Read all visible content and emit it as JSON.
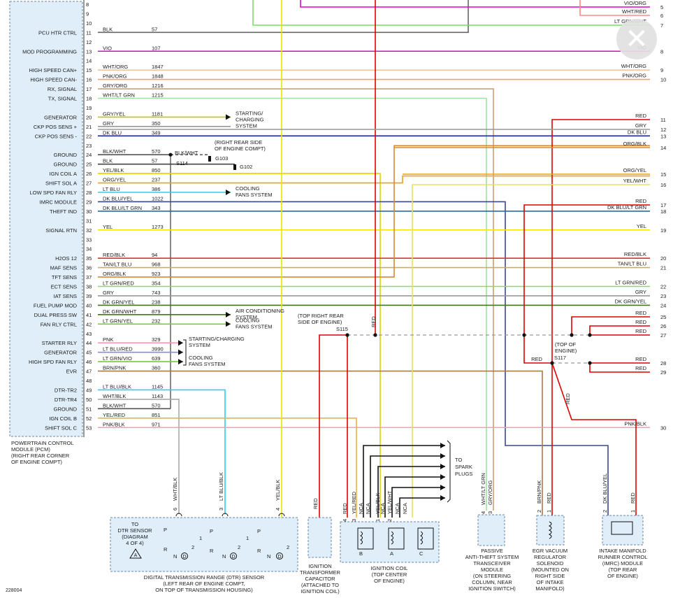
{
  "diagram_id": "228004",
  "pcm": {
    "title_lines": [
      "POWERTRAIN CONTROL",
      "MODULE (PCM)",
      "(RIGHT REAR CORNER",
      "OF ENGINE COMPT)"
    ],
    "pins": [
      {
        "n": "8",
        "label": "",
        "wire": "",
        "circuit": "",
        "color": ""
      },
      {
        "n": "9",
        "label": "",
        "wire": "",
        "circuit": "",
        "color": ""
      },
      {
        "n": "10",
        "label": "",
        "wire": "",
        "circuit": "",
        "color": ""
      },
      {
        "n": "11",
        "label": "PCU HTR CTRL",
        "wire": "BLK",
        "circuit": "57",
        "color": "#666666",
        "ext": "gray"
      },
      {
        "n": "12",
        "label": "",
        "wire": "",
        "circuit": "",
        "color": ""
      },
      {
        "n": "13",
        "label": "MOD PROGRAMMING",
        "wire": "VIO",
        "circuit": "107",
        "color": "#dd00dd",
        "ext": "right",
        "rlabel": "VIO",
        "rnum": "8"
      },
      {
        "n": "14",
        "label": "",
        "wire": "",
        "circuit": "",
        "color": ""
      },
      {
        "n": "15",
        "label": "HIGH SPEED CAN+",
        "wire": "WHT/ORG",
        "circuit": "1847",
        "color": "#f4c49a",
        "ext": "right",
        "rlabel": "WHT/ORG",
        "rnum": "9"
      },
      {
        "n": "16",
        "label": "HIGH SPEED CAN-",
        "wire": "PNK/ORG",
        "circuit": "1848",
        "color": "#f2a07a",
        "ext": "right",
        "rlabel": "PNK/ORG",
        "rnum": "10"
      },
      {
        "n": "17",
        "label": "RX, SIGNAL",
        "wire": "GRY/ORG",
        "circuit": "1216",
        "color": "#c8a070",
        "ext": "ptx3"
      },
      {
        "n": "18",
        "label": "TX, SIGNAL",
        "wire": "WHT/LT GRN",
        "circuit": "1215",
        "color": "#9ee29e",
        "ext": "ptx4"
      },
      {
        "n": "19",
        "label": "",
        "wire": "",
        "circuit": "",
        "color": ""
      },
      {
        "n": "20",
        "label": "GENERATOR",
        "wire": "GRY/YEL",
        "circuit": "1181",
        "color": "#c8c200",
        "ext": "arrow",
        "note": [
          "STARTING/",
          "CHARGING",
          "SYSTEM"
        ]
      },
      {
        "n": "21",
        "label": "CKP POS SENS +",
        "wire": "GRY",
        "circuit": "350",
        "color": "#999999",
        "ext": "short"
      },
      {
        "n": "22",
        "label": "CKP POS SENS -",
        "wire": "DK BLU",
        "circuit": "349",
        "color": "#1b2a99",
        "ext": "right",
        "rlabel": "DK BLU",
        "rnum": "13"
      },
      {
        "n": "23",
        "label": "",
        "wire": "",
        "circuit": "",
        "color": ""
      },
      {
        "n": "24",
        "label": "GROUND",
        "wire": "BLK/WHT",
        "circuit": "570",
        "color": "#555555",
        "ext": "g103"
      },
      {
        "n": "25",
        "label": "GROUND",
        "wire": "BLK",
        "circuit": "57",
        "color": "#444444",
        "ext": "g102"
      },
      {
        "n": "26",
        "label": "IGN COIL A",
        "wire": "YEL/BLK",
        "circuit": "850",
        "color": "#e3d000",
        "ext": "coil"
      },
      {
        "n": "27",
        "label": "SHIFT SOL A",
        "wire": "ORG/YEL",
        "circuit": "237",
        "color": "#f0a010",
        "ext": "right15"
      },
      {
        "n": "28",
        "label": "LOW SPD FAN RLY",
        "wire": "LT BLU",
        "circuit": "386",
        "color": "#33ccee",
        "ext": "arrow",
        "note": [
          "COOLING",
          "FANS SYSTEM"
        ]
      },
      {
        "n": "29",
        "label": "IMRC MODULE",
        "wire": "DK BLU/YEL",
        "circuit": "1022",
        "color": "#3a4a80",
        "ext": "imrc"
      },
      {
        "n": "30",
        "label": "THEFT IND",
        "wire": "DK BLU/LT GRN",
        "circuit": "343",
        "color": "#2c6aa0",
        "ext": "right",
        "rlabel": "DK BLU/LT GRN",
        "rnum": "18"
      },
      {
        "n": "31",
        "label": "",
        "wire": "",
        "circuit": "",
        "color": ""
      },
      {
        "n": "32",
        "label": "SIGNAL RTN",
        "wire": "YEL",
        "circuit": "1273",
        "color": "#f0ea00",
        "ext": "right",
        "rlabel": "YEL",
        "rnum": "19"
      },
      {
        "n": "33",
        "label": "",
        "wire": "",
        "circuit": "",
        "color": ""
      },
      {
        "n": "34",
        "label": "",
        "wire": "",
        "circuit": "",
        "color": ""
      },
      {
        "n": "35",
        "label": "H2OS 12",
        "wire": "RED/BLK",
        "circuit": "94",
        "color": "#e23030",
        "ext": "right",
        "rlabel": "RED/BLK",
        "rnum": "20"
      },
      {
        "n": "36",
        "label": "MAF SENS",
        "wire": "TAN/LT BLU",
        "circuit": "968",
        "color": "#c9a97a",
        "ext": "right",
        "rlabel": "TAN/LT BLU",
        "rnum": "21"
      },
      {
        "n": "37",
        "label": "TFT SENS",
        "wire": "ORG/BLK",
        "circuit": "923",
        "color": "#d68a30",
        "ext": "tft"
      },
      {
        "n": "38",
        "label": "ECT SENS",
        "wire": "LT GRN/RED",
        "circuit": "354",
        "color": "#88dd55",
        "ext": "right",
        "rlabel": "LT GRN/RED",
        "rnum": "22"
      },
      {
        "n": "39",
        "label": "IAT SENS",
        "wire": "GRY",
        "circuit": "743",
        "color": "#999999",
        "ext": "right",
        "rlabel": "GRY",
        "rnum": "23"
      },
      {
        "n": "40",
        "label": "FUEL PUMP MOD",
        "wire": "DK GRN/YEL",
        "circuit": "238",
        "color": "#3a7a1a",
        "ext": "right",
        "rlabel": "DK GRN/YEL",
        "rnum": "24"
      },
      {
        "n": "41",
        "label": "DUAL PRESS SW",
        "wire": "DK GRN/WHT",
        "circuit": "879",
        "color": "#3a7a1a",
        "ext": "arrow",
        "note": [
          "AIR CONDITIONING",
          "SYSTEM"
        ]
      },
      {
        "n": "42",
        "label": "FAN RLY CTRL",
        "wire": "LT GRN/YEL",
        "circuit": "232",
        "color": "#77cc33",
        "ext": "arrow",
        "note": [
          "COOLING",
          "FANS SYSTEM"
        ]
      },
      {
        "n": "43",
        "label": "",
        "wire": "",
        "circuit": "",
        "color": ""
      },
      {
        "n": "44",
        "label": "STARTER RLY",
        "wire": "PNK",
        "circuit": "329",
        "color": "#ff9ab5",
        "ext": "arrow2a",
        "note": [
          "STARTING/CHARGING",
          "SYSTEM"
        ]
      },
      {
        "n": "45",
        "label": "GENERATOR",
        "wire": "LT BLU/RED",
        "circuit": "3990",
        "color": "#8888ee",
        "ext": "arrow2b"
      },
      {
        "n": "46",
        "label": "HIGH SPD FAN RLY",
        "wire": "LT GRN/VIO",
        "circuit": "639",
        "color": "#77cc33",
        "ext": "arrow2c",
        "note": [
          "COOLING",
          "FANS SYSTEM"
        ]
      },
      {
        "n": "47",
        "label": "EVR",
        "wire": "BRN/PNK",
        "circuit": "360",
        "color": "#aa7a4a",
        "ext": "evr"
      },
      {
        "n": "48",
        "label": "",
        "wire": "",
        "circuit": "",
        "color": ""
      },
      {
        "n": "49",
        "label": "DTR-TR2",
        "wire": "LT BLU/BLK",
        "circuit": "1145",
        "color": "#33ccee",
        "ext": "dtr3"
      },
      {
        "n": "50",
        "label": "DTR-TR4",
        "wire": "WHT/BLK",
        "circuit": "1143",
        "color": "#aaaaaa",
        "ext": "dtr6"
      },
      {
        "n": "51",
        "label": "GROUND",
        "wire": "BLK/WHT",
        "circuit": "570",
        "color": "#555555",
        "ext": "gnd"
      },
      {
        "n": "52",
        "label": "IGN COIL B",
        "wire": "YEL/RED",
        "circuit": "851",
        "color": "#e8b440",
        "ext": "coilb"
      },
      {
        "n": "53",
        "label": "SHIFT SOL C",
        "wire": "PNK/BLK",
        "circuit": "971",
        "color": "#ff9ab5",
        "ext": "right",
        "rlabel": "PNK/BLK",
        "rnum": "30"
      }
    ]
  },
  "top_right": [
    {
      "label": "VIO/ORG",
      "num": "5"
    },
    {
      "label": "WHT/RED",
      "num": "6"
    },
    {
      "label": "LT GRN/WHT",
      "num": "7"
    }
  ],
  "right_side": [
    {
      "label": "RED",
      "num": "11"
    },
    {
      "label": "GRY",
      "num": "12"
    },
    {
      "label": "ORG/BLK",
      "num": "14"
    },
    {
      "label": "ORG/YEL",
      "num": "15"
    },
    {
      "label": "YEL/WHT",
      "num": "16"
    },
    {
      "label": "RED",
      "num": "17"
    },
    {
      "label": "RED",
      "num": "25"
    },
    {
      "label": "RED",
      "num": "26"
    },
    {
      "label": "RED",
      "num": "27"
    },
    {
      "label": "RED",
      "num": "28"
    },
    {
      "label": "RED",
      "num": "29"
    }
  ],
  "notes": {
    "g103_note": [
      "(RIGHT REAR SIDE",
      "OF ENGINE COMPT)"
    ],
    "g103_wire": "BLK/WHT",
    "g103": "G103",
    "g102": "G102",
    "s114": "S114",
    "s115_note": [
      "(TOP RIGHT REAR",
      "SIDE OF ENGINE)"
    ],
    "s115": "S115",
    "s117_note": [
      "(TOP OF",
      "ENGINE)"
    ],
    "s117": "S117",
    "red": "RED",
    "spark_plugs": [
      "TO",
      "SPARK",
      "PLUGS"
    ]
  },
  "components": {
    "dtr_sensor": {
      "title_lines": [
        "DIGITAL TRANSMISSION RANGE (DTR) SENSOR",
        "(LEFT REAR OF ENGINE COMPT,",
        "ON TOP OF TRANSMISSION HOUSING)"
      ],
      "to_note": [
        "TO",
        "DTR SENSOR",
        "(DIAGRAM",
        "4 OF 4)"
      ],
      "ref": "A",
      "pins": [
        {
          "n": "6",
          "wire": "WHT/BLK"
        },
        {
          "n": "3",
          "wire": "LT BLU/BLK"
        },
        {
          "n": "4",
          "wire": "YEL/BLK"
        }
      ],
      "letters": [
        "P",
        "R",
        "N",
        "D",
        "1",
        "2"
      ]
    },
    "capacitor": {
      "title_lines": [
        "IGNITION",
        "TRANSFORMER",
        "CAPACITOR",
        "(ATTACHED TO",
        "IGNITION COIL)"
      ],
      "wire": "RED"
    },
    "coil": {
      "title_lines": [
        "IGNITION COIL",
        "(TOP CENTER",
        "OF ENGINE)"
      ],
      "pins": [
        {
          "n": "4",
          "wire": "RED"
        },
        {
          "n": "3",
          "wire": "YEL/RED"
        },
        {
          "n": "",
          "wire": "NCA"
        },
        {
          "n": "",
          "wire": "NCA"
        },
        {
          "n": "1",
          "wire": "YEL/BLK"
        },
        {
          "n": "",
          "wire": "NCA"
        },
        {
          "n": "2",
          "wire": "YEL/WHT"
        },
        {
          "n": "",
          "wire": "NCA"
        },
        {
          "n": "",
          "wire": "NCA"
        }
      ],
      "taps": [
        "B",
        "A",
        "C"
      ]
    },
    "pats": {
      "title_lines": [
        "PASSIVE",
        "ANTI-THEFT SYSTEM",
        "TRANSCEIVER",
        "MODULE",
        "(ON STEERING",
        "COLUMN, NEAR",
        "IGNITION SWITCH)"
      ],
      "pins": [
        {
          "n": "4",
          "wire": "WHT/LT GRN"
        },
        {
          "n": "3",
          "wire": "GRY/ORG"
        }
      ]
    },
    "egr": {
      "title_lines": [
        "EGR VACUUM",
        "REGULATOR",
        "SOLENOID",
        "(MOUNTED ON",
        "RIGHT SIDE",
        "OF INTAKE",
        "MANIFOLD)"
      ],
      "pins": [
        {
          "n": "2",
          "wire": "BRN/PNK"
        },
        {
          "n": "1",
          "wire": "RED"
        }
      ]
    },
    "imrc": {
      "title_lines": [
        "INTAKE MANIFOLD",
        "RUNNER CONTROL",
        "(IMRC) MODULE",
        "(TOP REAR",
        "OF ENGINE)"
      ],
      "pins": [
        {
          "n": "2",
          "wire": "DK BLU/YEL"
        },
        {
          "n": "1",
          "wire": "RED"
        }
      ]
    }
  },
  "close_button": "✕"
}
